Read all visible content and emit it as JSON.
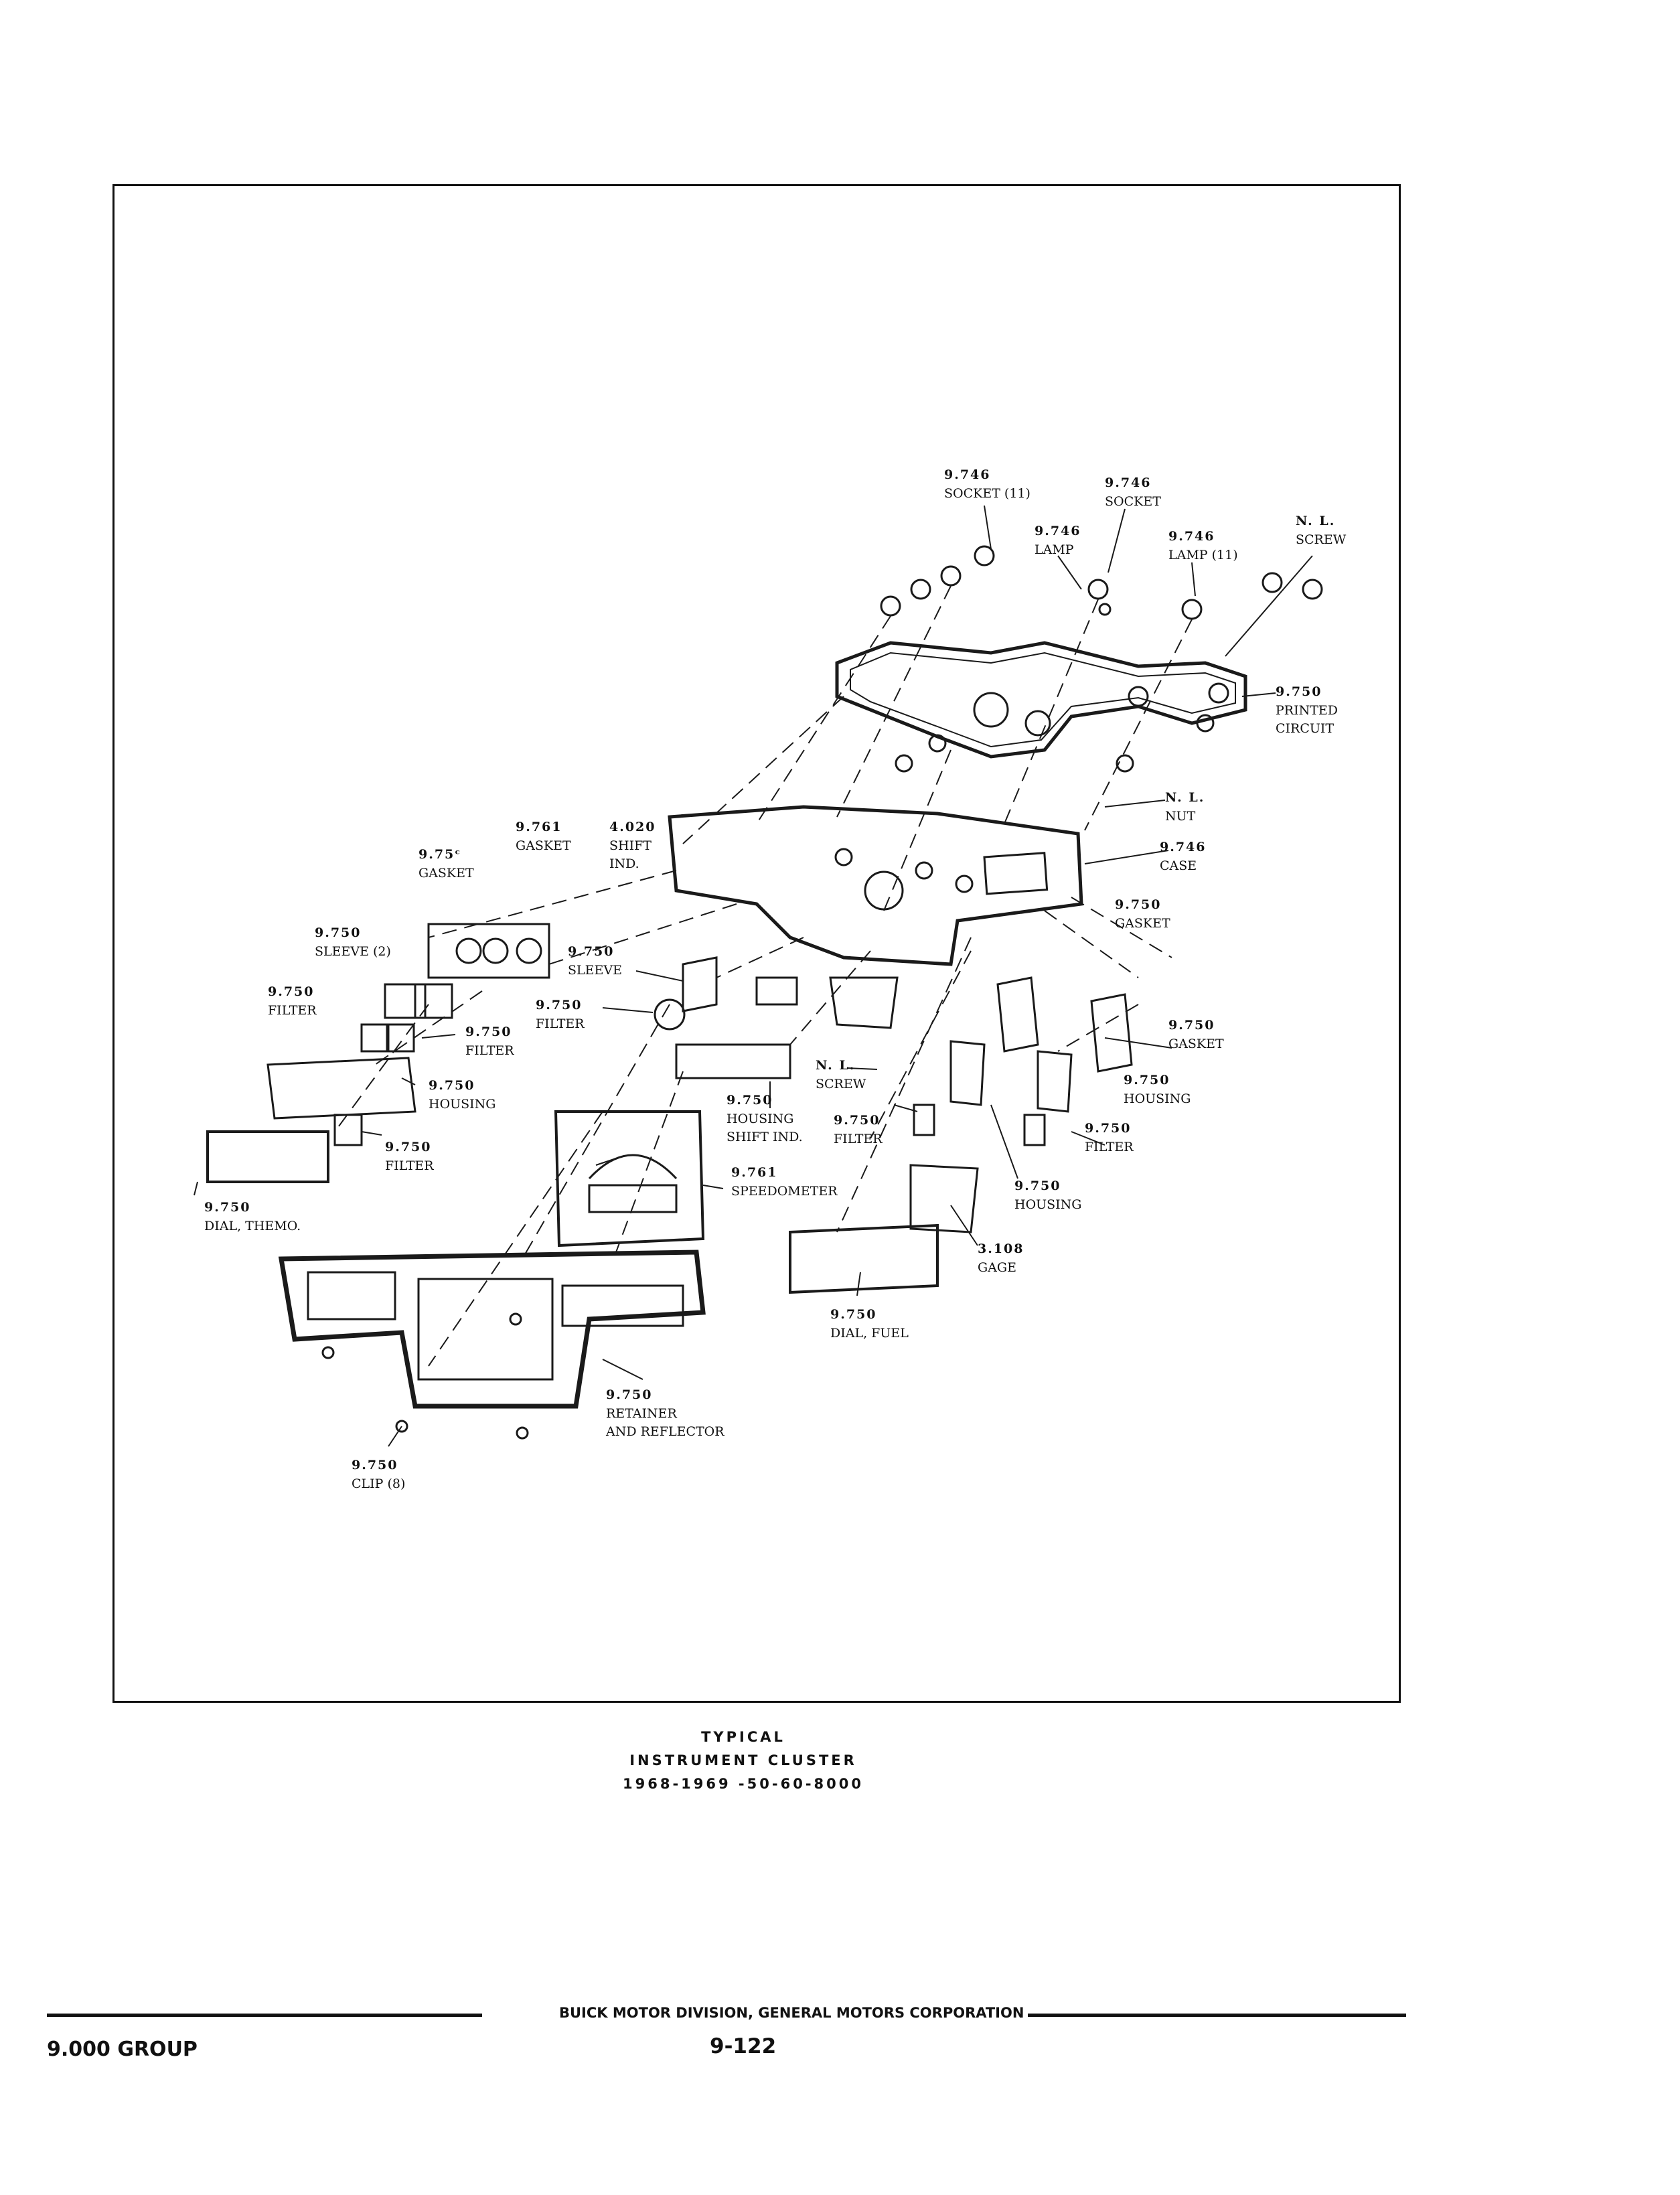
{
  "labels": [
    {
      "num": "9.746",
      "text": "SOCKET (11)"
    },
    {
      "num": "9.746",
      "text": "SOCKET"
    },
    {
      "num": "9.746",
      "text": "LAMP"
    },
    {
      "num": "9.746",
      "text": "LAMP (11)"
    },
    {
      "num": "N. L.",
      "text": "SCREW"
    },
    {
      "num": "9.750",
      "text": "PRINTED\nCIRCUIT"
    },
    {
      "num": "N. L.",
      "text": "NUT"
    },
    {
      "num": "9.746",
      "text": "CASE"
    },
    {
      "num": "9.750",
      "text": "GASKET"
    },
    {
      "num": "9.750",
      "text": "GASKET"
    },
    {
      "num": "9.750",
      "text": "HOUSING"
    },
    {
      "num": "9.750",
      "text": "FILTER"
    },
    {
      "num": "9.750",
      "text": "HOUSING"
    },
    {
      "num": "3.108",
      "text": "GAGE"
    },
    {
      "num": "9.750",
      "text": "DIAL, FUEL"
    },
    {
      "num": "9.750",
      "text": "FILTER"
    },
    {
      "num": "N. L.",
      "text": "SCREW"
    },
    {
      "num": "9.750",
      "text": "HOUSING\nSHIFT IND."
    },
    {
      "num": "9.761",
      "text": "SPEEDOMETER"
    },
    {
      "num": "9.750",
      "text": "RETAINER\nAND REFLECTOR"
    },
    {
      "num": "9.750",
      "text": "CLIP (8)"
    },
    {
      "num": "9.75ᶜ",
      "text": "GASKET"
    },
    {
      "num": "9.761",
      "text": "GASKET"
    },
    {
      "num": "4.020",
      "text": "SHIFT\nIND."
    },
    {
      "num": "9.750",
      "text": "SLEEVE (2)"
    },
    {
      "num": "9.750",
      "text": "SLEEVE"
    },
    {
      "num": "9.750",
      "text": "FILTER"
    },
    {
      "num": "9.750",
      "text": "FILTER"
    },
    {
      "num": "9.750",
      "text": "FILTER"
    },
    {
      "num": "9.750",
      "text": "HOUSING"
    },
    {
      "num": "9.750",
      "text": "FILTER"
    },
    {
      "num": "9.750",
      "text": "DIAL, THEMO."
    }
  ],
  "caption": {
    "line1": "TYPICAL",
    "line2": "INSTRUMENT CLUSTER",
    "line3": "1968-1969 -50-60-8000"
  },
  "footer": {
    "publisher": "BUICK MOTOR DIVISION, GENERAL MOTORS CORPORATION",
    "group": "9.000 GROUP",
    "page": "9-122"
  }
}
